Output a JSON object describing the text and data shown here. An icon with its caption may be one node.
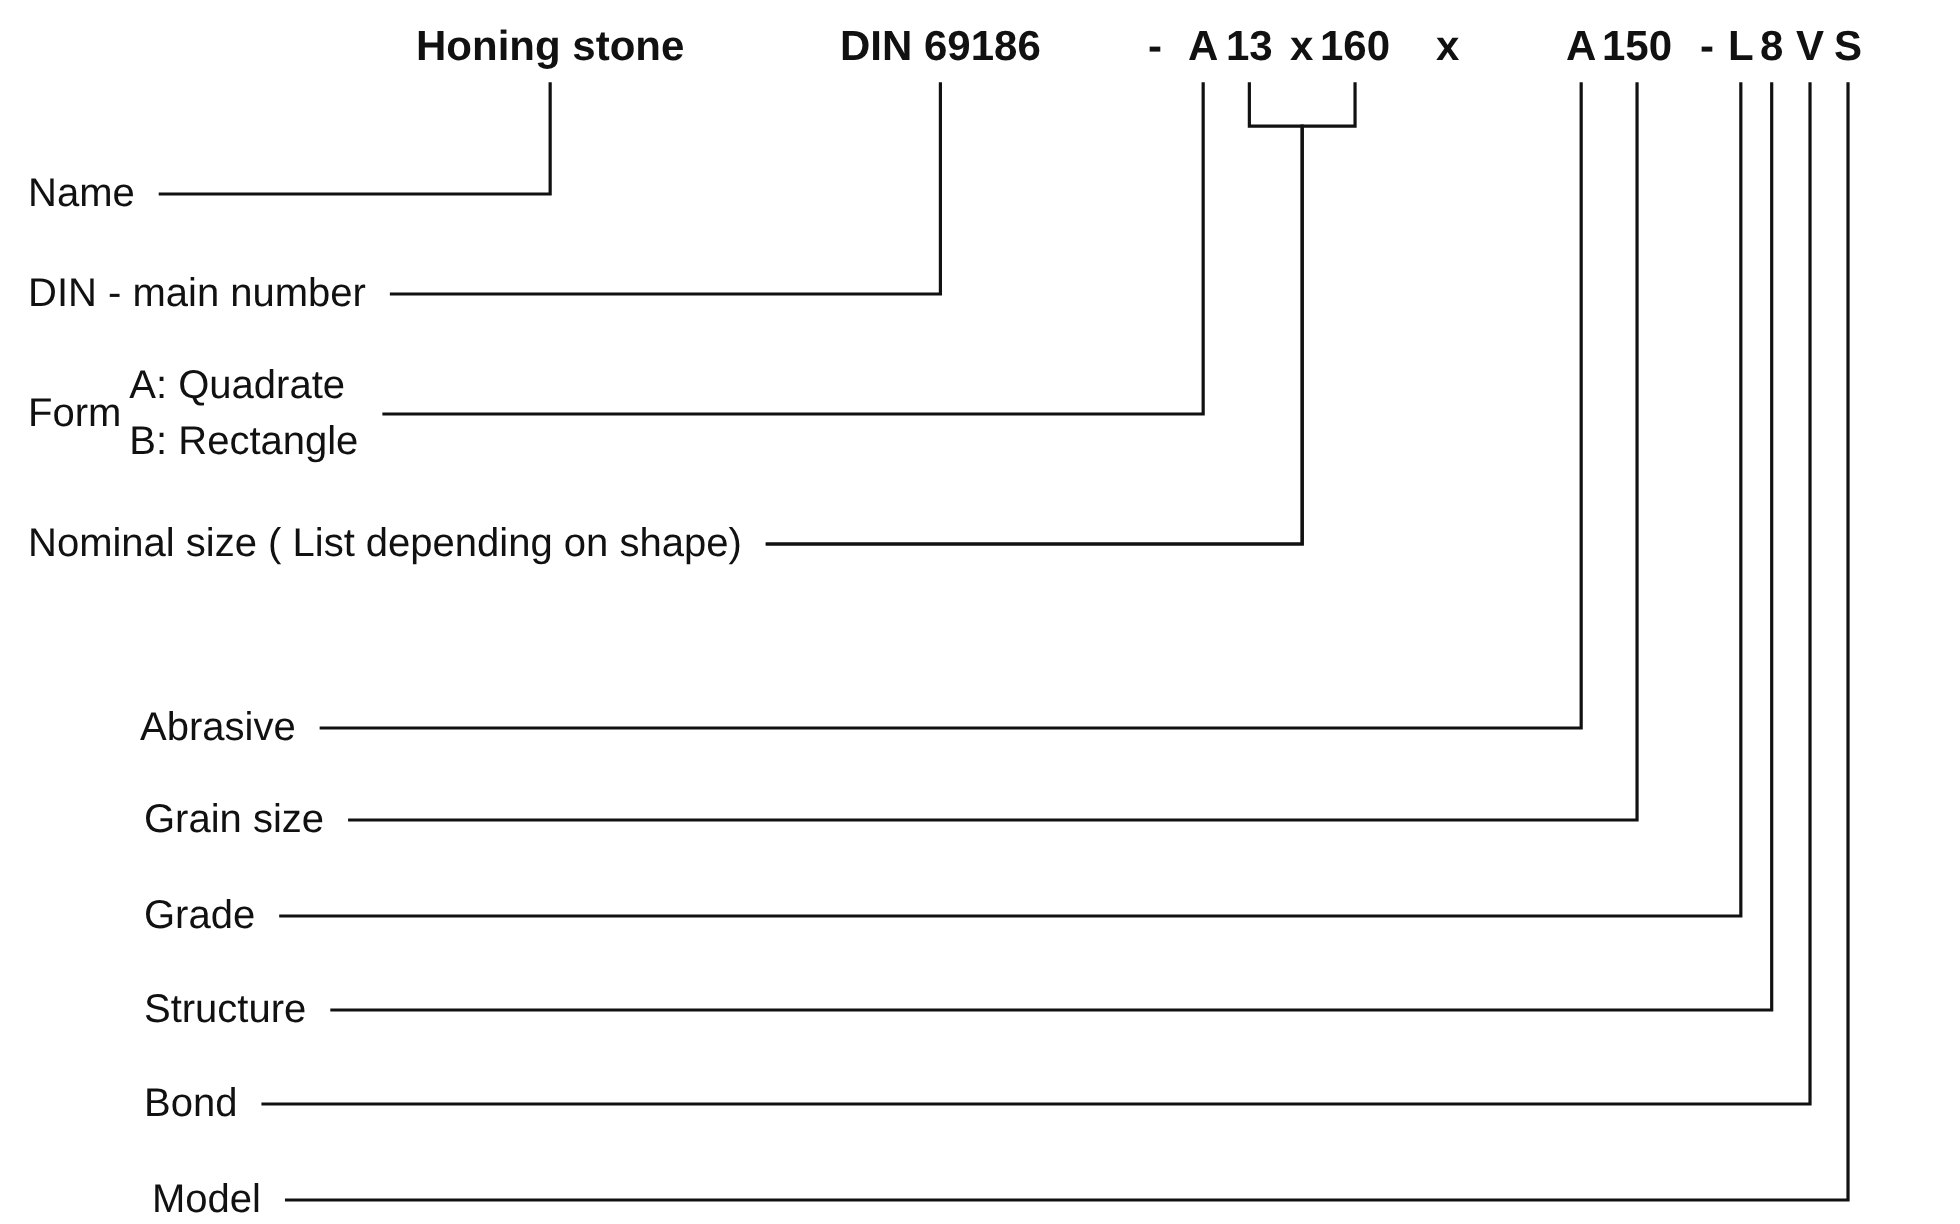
{
  "diagram": {
    "nodes": [
      {
        "text": [
          "Honing stone"
        ]
      },
      {
        "text": [
          "DIN 69186"
        ]
      },
      {
        "text": [
          "A"
        ]
      },
      {
        "text": [
          "13"
        ]
      },
      {
        "text": [
          "160"
        ]
      },
      {
        "text": [
          "A"
        ]
      },
      {
        "text": [
          "150"
        ]
      },
      {
        "text": [
          "L"
        ]
      },
      {
        "text": [
          "8"
        ]
      },
      {
        "text": [
          "V"
        ]
      },
      {
        "text": [
          "S"
        ]
      },
      {
        "text": [
          "Name"
        ]
      },
      {
        "text": [
          "DIN - main number"
        ]
      },
      {
        "text": [
          "Form",
          "A: Quadrate",
          "B: Rectangle"
        ]
      },
      {
        "text": [
          "Nominal size ( List depending on shape)"
        ]
      },
      {
        "text": [
          "Abrasive"
        ]
      },
      {
        "text": [
          "Grain size"
        ]
      },
      {
        "text": [
          "Grade"
        ]
      },
      {
        "text": [
          "Structure"
        ]
      },
      {
        "text": [
          "Bond"
        ]
      },
      {
        "text": [
          "Model"
        ]
      }
    ],
    "edges": [
      {
        "from": 11,
        "to": 0,
        "arrow": "none"
      },
      {
        "from": 12,
        "to": 1,
        "arrow": "none"
      },
      {
        "from": 13,
        "to": 2,
        "arrow": "none"
      },
      {
        "from": 14,
        "to": 3,
        "arrow": "none"
      },
      {
        "from": 14,
        "to": 4,
        "arrow": "none"
      },
      {
        "from": 15,
        "to": 5,
        "arrow": "none"
      },
      {
        "from": 16,
        "to": 6,
        "arrow": "none"
      },
      {
        "from": 17,
        "to": 7,
        "arrow": "none"
      },
      {
        "from": 18,
        "to": 8,
        "arrow": "none"
      },
      {
        "from": 19,
        "to": 9,
        "arrow": "none"
      },
      {
        "from": 20,
        "to": 10,
        "arrow": "none"
      }
    ],
    "labels": [
      "-",
      "x",
      "x",
      "-"
    ]
  }
}
